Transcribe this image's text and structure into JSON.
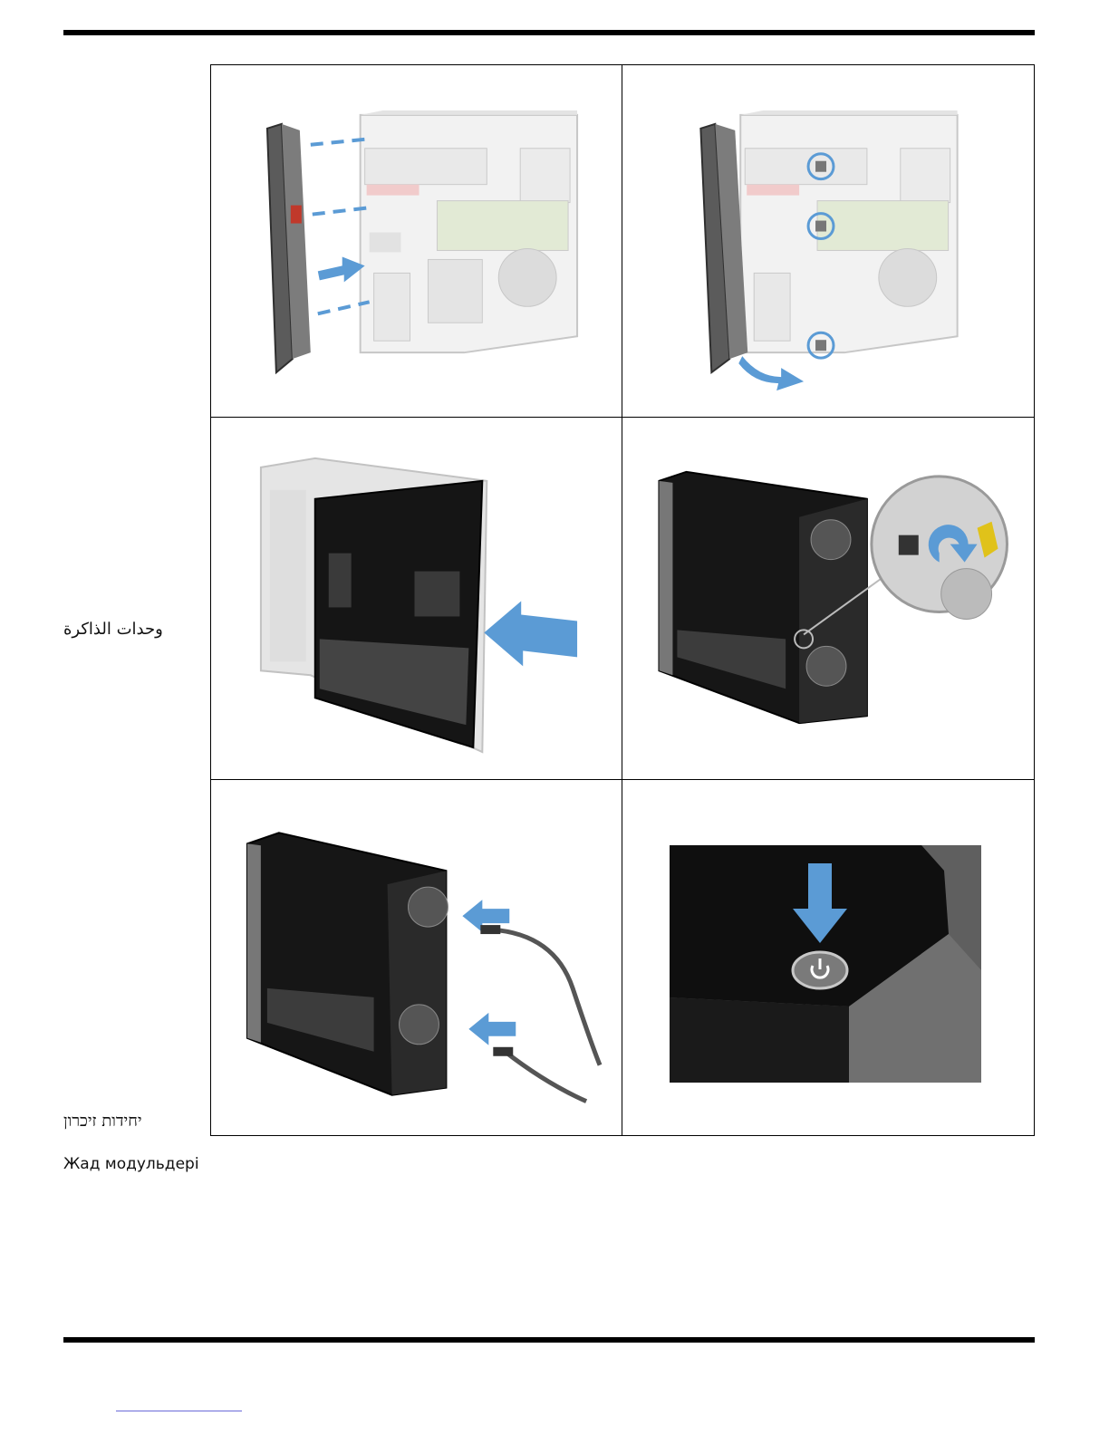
{
  "side_labels": {
    "arabic": "وحدات الذاكرة",
    "hebrew": "יחידות זיכרון",
    "kazakh": "Жад модульдері"
  },
  "illustrations": [
    {
      "step": 1,
      "name": "front-bezel-install",
      "arrow_color": "#5b9bd5"
    },
    {
      "step": 2,
      "name": "front-bezel-tabs-rotate",
      "arrow_color": "#5b9bd5"
    },
    {
      "step": 3,
      "name": "side-panel-slide",
      "arrow_color": "#5b9bd5"
    },
    {
      "step": 4,
      "name": "thumbscrew-tighten",
      "arrow_color": "#5b9bd5"
    },
    {
      "step": 5,
      "name": "power-cords-connect",
      "arrow_color": "#5b9bd5"
    },
    {
      "step": 6,
      "name": "power-button-press",
      "arrow_color": "#5b9bd5"
    }
  ],
  "colors": {
    "accent_blue": "#5b9bd5",
    "case_black": "#161616",
    "frame_gray": "#8a8a8a"
  }
}
